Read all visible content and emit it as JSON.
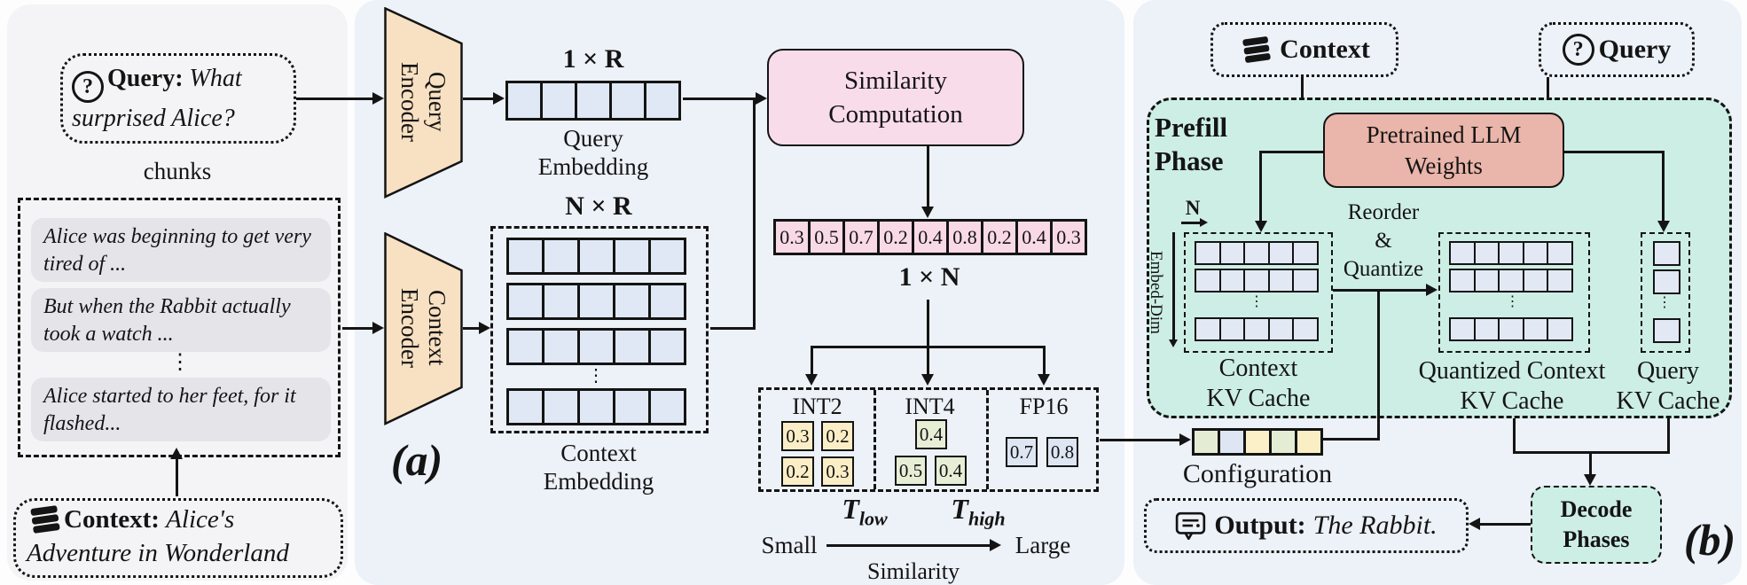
{
  "glyphs": {
    "vdots": "⋮"
  },
  "panel_a_left": {
    "query": {
      "label": "Query:",
      "text": "What surprised Alice?"
    },
    "chunks_label": "chunks",
    "chunks": [
      "Alice was beginning to get very tired of ...",
      "But when the Rabbit actually took a watch ...",
      "Alice started to her feet, for it flashed..."
    ],
    "context": {
      "label": "Context:",
      "text": "Alice's Adventure in Wonderland"
    }
  },
  "panel_a": {
    "caption": "(a)",
    "query_encoder": {
      "line1": "Query",
      "line2": "Encoder"
    },
    "context_encoder": {
      "line1": "Context",
      "line2": "Encoder"
    },
    "query_embedding": {
      "dim": "1 × R",
      "label1": "Query",
      "label2": "Embedding"
    },
    "context_embedding": {
      "dim": "N × R",
      "label1": "Context",
      "label2": "Embedding"
    },
    "similarity_box": {
      "line1": "Similarity",
      "line2": "Computation"
    },
    "similarity_vector": {
      "values": [
        "0.3",
        "0.5",
        "0.7",
        "0.2",
        "0.4",
        "0.8",
        "0.2",
        "0.4",
        "0.3"
      ],
      "dim": "1 × N"
    },
    "precision": {
      "int2": {
        "label": "INT2",
        "values": [
          "0.3",
          "0.2",
          "0.2",
          "0.3"
        ]
      },
      "int4": {
        "label": "INT4",
        "values": [
          "0.4",
          "0.5",
          "0.4"
        ]
      },
      "fp16": {
        "label": "FP16",
        "values": [
          "0.7",
          "0.8"
        ]
      }
    },
    "thresholds": {
      "t_low_base": "T",
      "t_low_sub": "low",
      "t_high_base": "T",
      "t_high_sub": "high"
    },
    "axis": {
      "small": "Small",
      "large": "Large",
      "label": "Similarity"
    }
  },
  "panel_b": {
    "caption": "(b)",
    "context_label": "Context",
    "query_label": "Query",
    "prefill": {
      "line1": "Prefill",
      "line2": "Phase"
    },
    "llm": {
      "line1": "Pretrained LLM",
      "line2": "Weights"
    },
    "n_label": "N",
    "embed_dim_label": "Embed-Dim",
    "reorder": {
      "line1": "Reorder",
      "line2": "&",
      "line3": "Quantize"
    },
    "context_kv": {
      "label1": "Context",
      "label2": "KV Cache"
    },
    "quantized_kv": {
      "label1": "Quantized Context",
      "label2": "KV Cache"
    },
    "query_kv": {
      "label1": "Query",
      "label2": "KV Cache"
    },
    "configuration_label": "Configuration",
    "decode": {
      "line1": "Decode",
      "line2": "Phases"
    },
    "output": {
      "label": "Output:",
      "text": "The Rabbit."
    }
  },
  "colors": {
    "panel_gray": "#f4f4f6",
    "panel_blue": "#edf1f8",
    "teal_box": "#cdeee4",
    "encoder_tan": "#f8e0c2",
    "similarity_pink": "#f9dcea",
    "vector_pink": "#f8d9e5",
    "llm_salmon": "#eab5aa",
    "cell_blue": "#dfe8f4",
    "int2_yellow": "#fbeec6",
    "int4_green": "#e6eed6",
    "fp16_blue": "#dde6f2",
    "chunk_gray": "#e4e4e9"
  }
}
